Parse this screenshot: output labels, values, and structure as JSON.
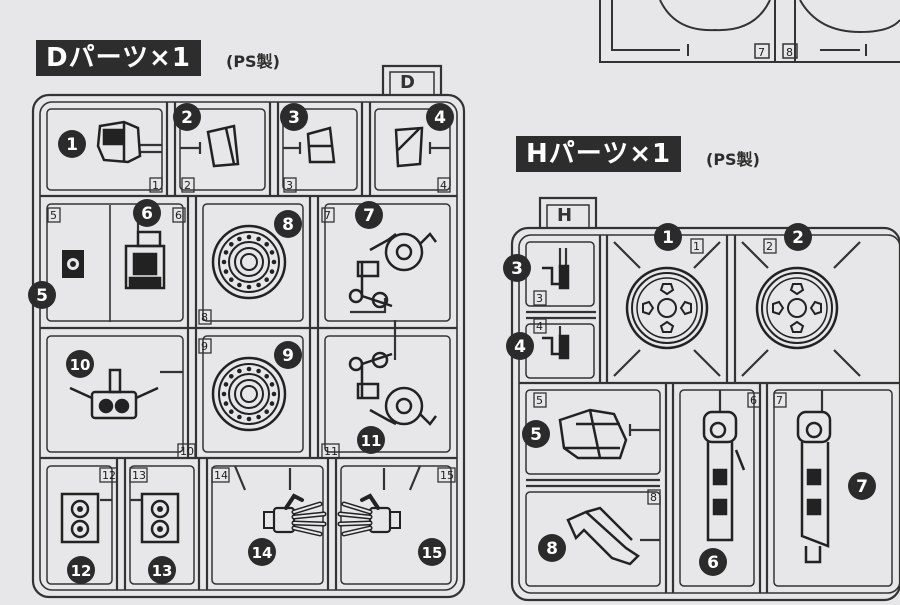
{
  "sections": {
    "d": {
      "title": "Dパーツ×1",
      "material": "(PS製)",
      "tag": "D"
    },
    "h": {
      "title": "Hパーツ×1",
      "material": "(PS製)",
      "tag": "H"
    }
  },
  "top_runner": {
    "cell_numbers": [
      "7",
      "8"
    ]
  },
  "d_runner": {
    "cells": [
      {
        "number": "1",
        "callout": "1"
      },
      {
        "number": "2",
        "callout": "2"
      },
      {
        "number": "3",
        "callout": "3"
      },
      {
        "number": "4",
        "callout": "4"
      },
      {
        "number": "5",
        "callout": "5"
      },
      {
        "number": "6",
        "callout": "6"
      },
      {
        "number": "7",
        "callout": "7"
      },
      {
        "number": "8",
        "callout": "8"
      },
      {
        "number": "9",
        "callout": "9"
      },
      {
        "number": "10",
        "callout": "10"
      },
      {
        "number": "11",
        "callout": "11"
      },
      {
        "number": "12",
        "callout": "12"
      },
      {
        "number": "13",
        "callout": "13"
      },
      {
        "number": "14",
        "callout": "14"
      },
      {
        "number": "15",
        "callout": "15"
      }
    ]
  },
  "h_runner": {
    "cells": [
      {
        "number": "1",
        "callout": "1"
      },
      {
        "number": "2",
        "callout": "2"
      },
      {
        "number": "3",
        "callout": "3"
      },
      {
        "number": "4",
        "callout": "4"
      },
      {
        "number": "5",
        "callout": "5"
      },
      {
        "number": "6",
        "callout": "6"
      },
      {
        "number": "7",
        "callout": "7"
      },
      {
        "number": "8",
        "callout": "8"
      }
    ]
  }
}
